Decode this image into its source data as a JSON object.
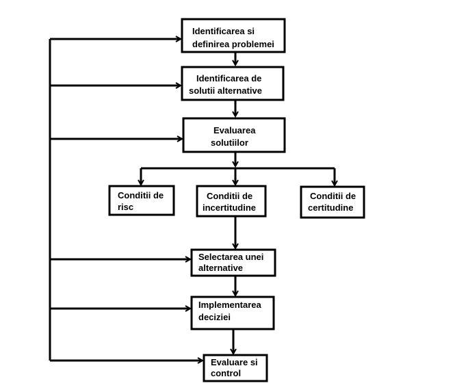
{
  "diagram": {
    "nodes": {
      "identify": {
        "line1": "Identificarea si",
        "line2": "definirea problemei"
      },
      "alternatives": {
        "line1": "Identificarea de",
        "line2": "solutii alternative"
      },
      "evaluate": {
        "line1": "Evaluarea",
        "line2": "solutiilor"
      },
      "risk": {
        "line1": "Conditii de",
        "line2": "risc"
      },
      "uncertainty": {
        "line1": "Conditii de",
        "line2": "incertitudine"
      },
      "certainty": {
        "line1": "Conditii de",
        "line2": "certitudine"
      },
      "select": {
        "line1": "Selectarea unei",
        "line2": "alternative"
      },
      "implement": {
        "line1": "Implementarea",
        "line2": "deciziei"
      },
      "control": {
        "line1": "Evaluare si",
        "line2": "control"
      }
    }
  }
}
